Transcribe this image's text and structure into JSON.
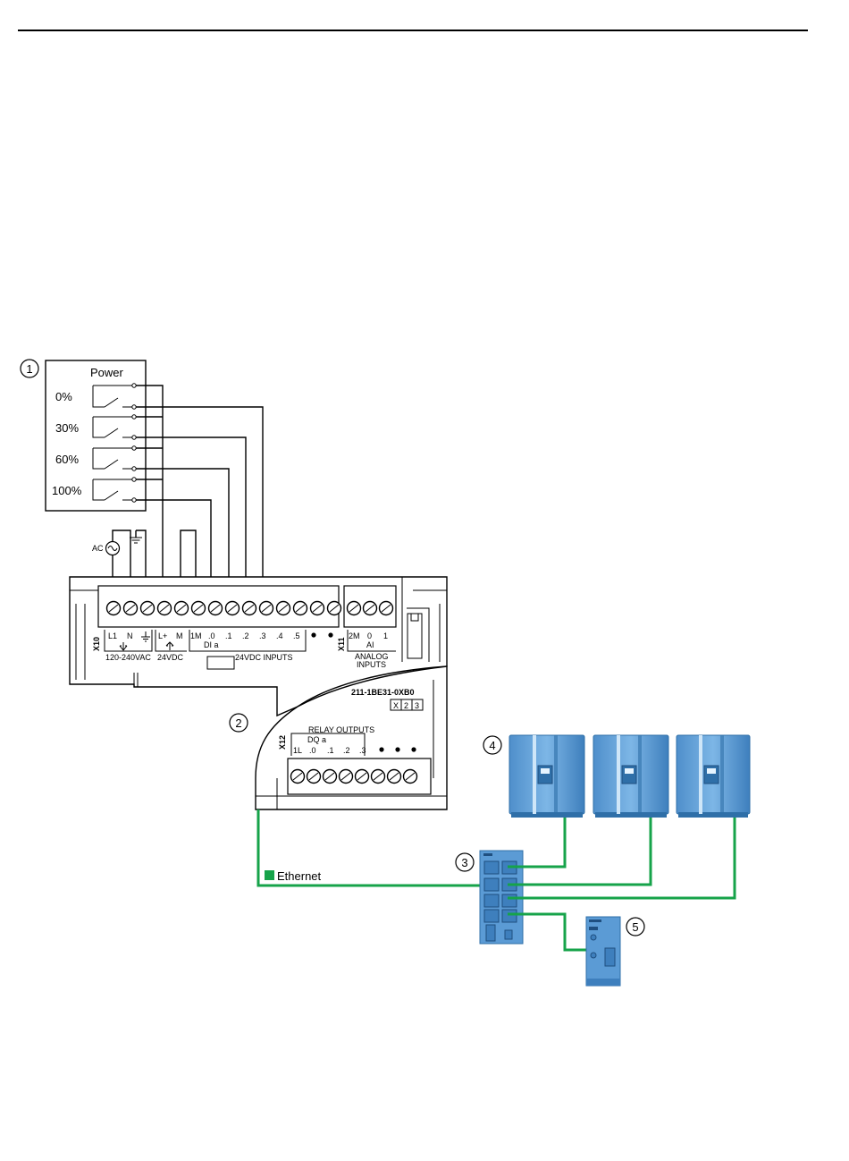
{
  "colors": {
    "ethernet": "#16a34a",
    "device_blue": "#5b9bd5",
    "device_blue_light": "#a9d0ef",
    "device_blue_dark": "#2f6fa8"
  },
  "callouts": [
    "1",
    "2",
    "3",
    "4",
    "5"
  ],
  "switch_box": {
    "title": "Power",
    "levels": [
      "0%",
      "30%",
      "60%",
      "100%"
    ]
  },
  "ac_source": {
    "label": "AC"
  },
  "plc": {
    "top_connector": "X10",
    "top_labels": {
      "L1": "L1",
      "N": "N",
      "Lplus": "L+",
      "M": "M",
      "1M": "1M",
      "d0": ".0",
      "d1": ".1",
      "d2": ".2",
      "d3": ".3",
      "d4": ".4",
      "d5": ".5"
    },
    "dia_label": "DI a",
    "supply_label": "120-240VAC",
    "dc_label": "24VDC",
    "inputs_label": "24VDC INPUTS",
    "analog_connector": "X11",
    "analog_terms": [
      "2M",
      "0",
      "1"
    ],
    "ai_label": "AI",
    "analog_title_1": "ANALOG",
    "analog_title_2": "INPUTS",
    "part_number": "211-1BE31-0XB0",
    "version_boxes": [
      "X",
      "2",
      "3"
    ],
    "bottom_connector": "X12",
    "relay_title": "RELAY OUTPUTS",
    "dqa_label": "DQ a",
    "relay_terms": [
      "1L",
      ".0",
      ".1",
      ".2",
      ".3"
    ]
  },
  "ethernet_label": "Ethernet"
}
